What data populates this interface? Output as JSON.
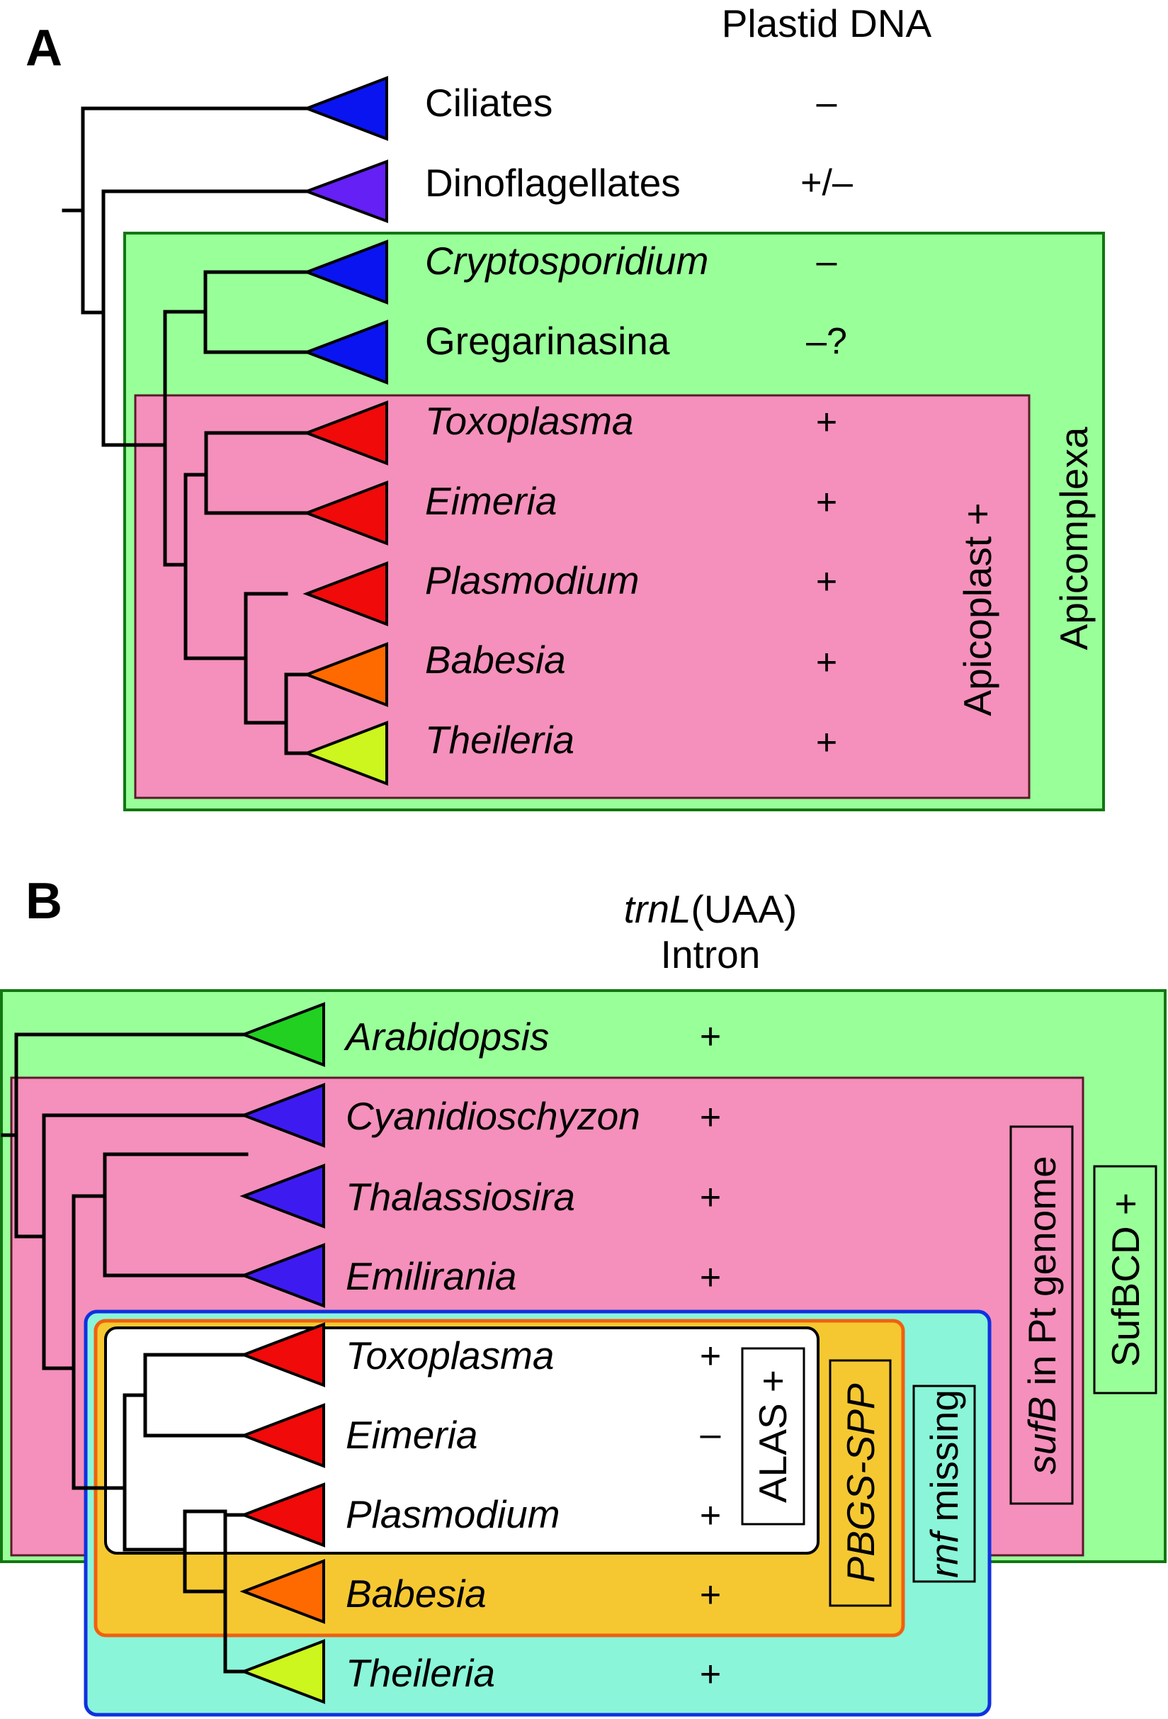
{
  "panel_a": {
    "letter": "A",
    "column_header": "Plastid DNA",
    "taxa": [
      {
        "name": "Ciliates",
        "mark": "–",
        "color": "#0a14f0"
      },
      {
        "name": "Dinoflagellates",
        "mark": "+/–",
        "color": "#6420f5"
      },
      {
        "name": "Cryptosporidium",
        "mark": "–",
        "color": "#0a14f0"
      },
      {
        "name": "Gregarinasina",
        "mark": "–?",
        "color": "#0a14f0"
      },
      {
        "name": "Toxoplasma",
        "mark": "+",
        "color": "#f00a0a"
      },
      {
        "name": "Eimeria",
        "mark": "+",
        "color": "#f00a0a"
      },
      {
        "name": "Plasmodium",
        "mark": "+",
        "color": "#f00a0a"
      },
      {
        "name": "Babesia",
        "mark": "+",
        "color": "#ff6a00"
      },
      {
        "name": "Theileria",
        "mark": "+",
        "color": "#cdf51e"
      }
    ],
    "box_labels": {
      "apicomplexa": "Apicomplexa",
      "apicoplast": "Apicoplast +"
    },
    "colors": {
      "green_fill": "#99ff99",
      "green_stroke": "#117711",
      "pink_fill": "#f490bb",
      "pink_stroke": "#5a1a2a"
    }
  },
  "panel_b": {
    "letter": "B",
    "column_header_gene": "trnL",
    "column_header_suffix": "(UAA)",
    "column_header_line2": "Intron",
    "taxa": [
      {
        "name": "Arabidopsis",
        "mark": "+",
        "color": "#22d022",
        "mark_color": "#1010ee"
      },
      {
        "name": "Cyanidioschyzon",
        "mark": "+",
        "color": "#3d1bf0",
        "mark_color": "#1010ee"
      },
      {
        "name": "Thalassiosira",
        "mark": "+",
        "color": "#3d1bf0",
        "mark_color": "#1010ee"
      },
      {
        "name": "Emilirania",
        "mark": "+",
        "color": "#3d1bf0",
        "mark_color": "#1010ee"
      },
      {
        "name": "Toxoplasma",
        "mark": "+",
        "color": "#f00a0a",
        "mark_color": "#1010ee"
      },
      {
        "name": "Eimeria",
        "mark": "–",
        "color": "#f00a0a",
        "mark_color": "#ee1010"
      },
      {
        "name": "Plasmodium",
        "mark": "+",
        "color": "#f00a0a",
        "mark_color": "#1010ee"
      },
      {
        "name": "Babesia",
        "mark": "+",
        "color": "#ff6a00",
        "mark_color": "#1010ee"
      },
      {
        "name": "Theileria",
        "mark": "+",
        "color": "#cdf51e",
        "mark_color": "#1010ee"
      }
    ],
    "box_labels": {
      "sufbcd": "SufBCD +",
      "sufb_gene": "sufB",
      "sufb_rest": " in Pt genome",
      "rnf_gene": "rnf",
      "rnf_rest": " missing",
      "pbgs": "PBGS-SPP",
      "alas": "ALAS +"
    },
    "colors": {
      "green_fill": "#99ff99",
      "green_stroke": "#117711",
      "pink_fill": "#f490bb",
      "pink_stroke": "#5a1a2a",
      "teal_fill": "#8af5d8",
      "teal_stroke": "#1030e0",
      "orange_fill": "#f5c832",
      "orange_stroke": "#f06010",
      "white_fill": "#ffffff"
    }
  }
}
